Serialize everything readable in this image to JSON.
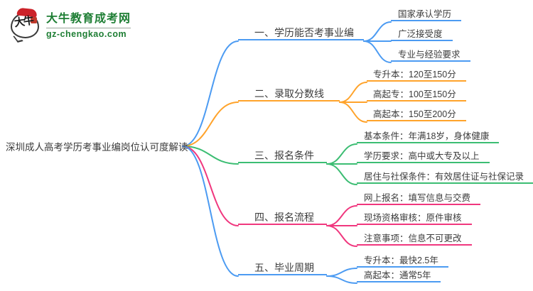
{
  "logo": {
    "icon_text": "大牛",
    "title": "大牛教育成考网",
    "domain": "gz-chengkao.com"
  },
  "root": {
    "text": "深圳成人高考学历考事业编岗位认可度解读"
  },
  "colors": {
    "blue": "#4c9bf2",
    "orange": "#ffa32b",
    "green": "#3cbd73",
    "pink": "#f0377e"
  },
  "branches": [
    {
      "label": "一、学历能否考事业编",
      "color": "#4c9bf2",
      "children": [
        "国家承认学历",
        "广泛接受度",
        "专业与经验要求"
      ]
    },
    {
      "label": "二、录取分数线",
      "color": "#ffa32b",
      "children": [
        "专升本：120至150分",
        "高起专：100至150分",
        "高起本：150至200分"
      ]
    },
    {
      "label": "三、报名条件",
      "color": "#3cbd73",
      "children": [
        "基本条件：年满18岁，身体健康",
        "学历要求：高中或大专及以上",
        "居住与社保条件：有效居住证与社保记录"
      ]
    },
    {
      "label": "四、报名流程",
      "color": "#f0377e",
      "children": [
        "网上报名：填写信息与交费",
        "现场资格审核：原件审核",
        "注意事项：信息不可更改"
      ]
    },
    {
      "label": "五、毕业周期",
      "color": "#4c9bf2",
      "children": [
        "专升本：最快2.5年",
        "高起本：通常5年"
      ]
    }
  ]
}
